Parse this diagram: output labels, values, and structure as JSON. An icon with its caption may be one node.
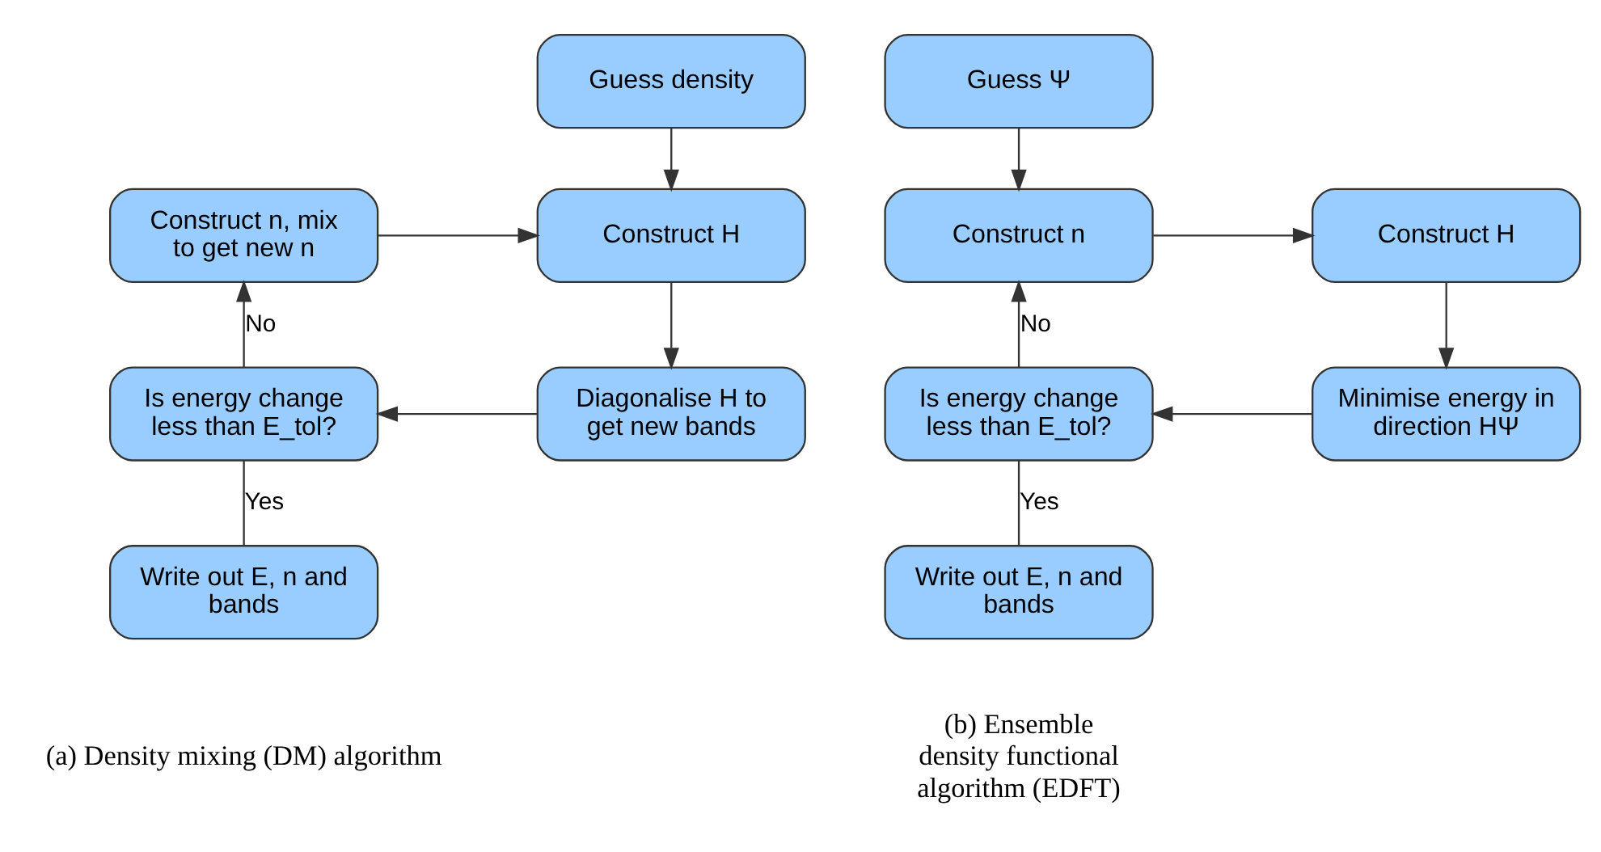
{
  "diagram": {
    "nodes": [
      {
        "text": [
          "Guess density"
        ]
      },
      {
        "text": [
          "Construct n, mix to get new n"
        ]
      },
      {
        "text": [
          "Construct H"
        ]
      },
      {
        "text": [
          "Is energy change less than E_tol?"
        ]
      },
      {
        "text": [
          "Diagonalise H to get new bands"
        ]
      },
      {
        "text": [
          "Write out E, n and bands"
        ]
      },
      {
        "text": [
          "Guess Ψ"
        ]
      },
      {
        "text": [
          "Construct n"
        ]
      },
      {
        "text": [
          "Construct H"
        ]
      },
      {
        "text": [
          "Is energy change less than E_tol?"
        ]
      },
      {
        "text": [
          "Minimise energy in direction HΨ"
        ]
      },
      {
        "text": [
          "Write out E, n and bands"
        ]
      }
    ],
    "edges": [
      {
        "from": 0,
        "to": 2,
        "arrow": "to"
      },
      {
        "from": 1,
        "to": 2,
        "arrow": "to"
      },
      {
        "from": 2,
        "to": 4,
        "arrow": "to"
      },
      {
        "from": 4,
        "to": 3,
        "arrow": "to"
      },
      {
        "from": 3,
        "to": 1,
        "arrow": "to",
        "label": "No"
      },
      {
        "from": 3,
        "to": 5,
        "arrow": "none",
        "label": "Yes"
      },
      {
        "from": 6,
        "to": 7,
        "arrow": "to"
      },
      {
        "from": 7,
        "to": 8,
        "arrow": "to"
      },
      {
        "from": 8,
        "to": 10,
        "arrow": "to"
      },
      {
        "from": 10,
        "to": 9,
        "arrow": "to"
      },
      {
        "from": 9,
        "to": 7,
        "arrow": "to",
        "label": "No"
      },
      {
        "from": 9,
        "to": 11,
        "arrow": "none",
        "label": "Yes"
      }
    ],
    "labels": [
      "(a) Density mixing (DM) algorithm",
      "(b) Ensemble density functional algorithm (EDFT)"
    ]
  }
}
